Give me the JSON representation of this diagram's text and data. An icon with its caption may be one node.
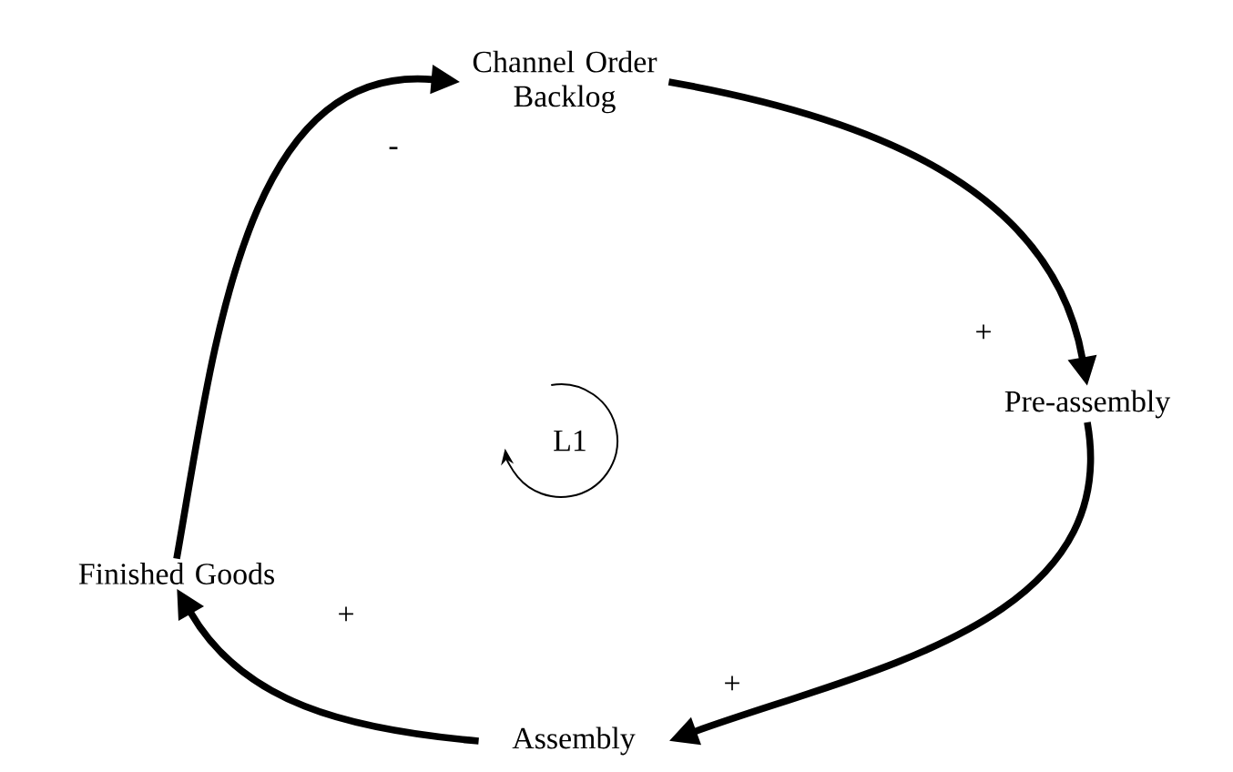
{
  "diagram": {
    "nodes": [
      {
        "text": [
          "Channel Order Backlog"
        ]
      },
      {
        "text": [
          "Pre-assembly"
        ]
      },
      {
        "text": [
          "Assembly"
        ]
      },
      {
        "text": [
          "Finished Goods"
        ]
      }
    ],
    "edges": [
      {
        "from": 0,
        "to": 1,
        "arrow": "to",
        "label": "+"
      },
      {
        "from": 1,
        "to": 2,
        "arrow": "to",
        "label": "+"
      },
      {
        "from": 2,
        "to": 3,
        "arrow": "to",
        "label": "+"
      },
      {
        "from": 3,
        "to": 0,
        "arrow": "to",
        "label": "-"
      }
    ],
    "labels": [
      "L1"
    ]
  }
}
